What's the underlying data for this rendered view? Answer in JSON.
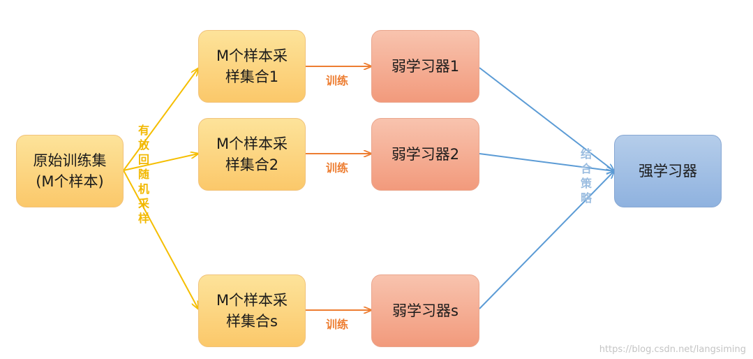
{
  "source": {
    "label": "原始训练集\n(M个样本)"
  },
  "sampling_label": "有放回随机采样",
  "subsets": [
    {
      "label": "M个样本采\n样集合1"
    },
    {
      "label": "M个样本采\n样集合2"
    },
    {
      "label": "M个样本采\n样集合s"
    }
  ],
  "train_label": "训练",
  "weak_learners": [
    {
      "label": "弱学习器1"
    },
    {
      "label": "弱学习器2"
    },
    {
      "label": "弱学习器s"
    }
  ],
  "combine_label": "结合策略",
  "strong_learner": {
    "label": "强学习器"
  },
  "watermark": "https://blog.csdn.net/langsiming",
  "colors": {
    "yellow_arrow": "#f5be00",
    "orange_arrow": "#ed7d31",
    "blue_arrow": "#5b9bd5"
  }
}
